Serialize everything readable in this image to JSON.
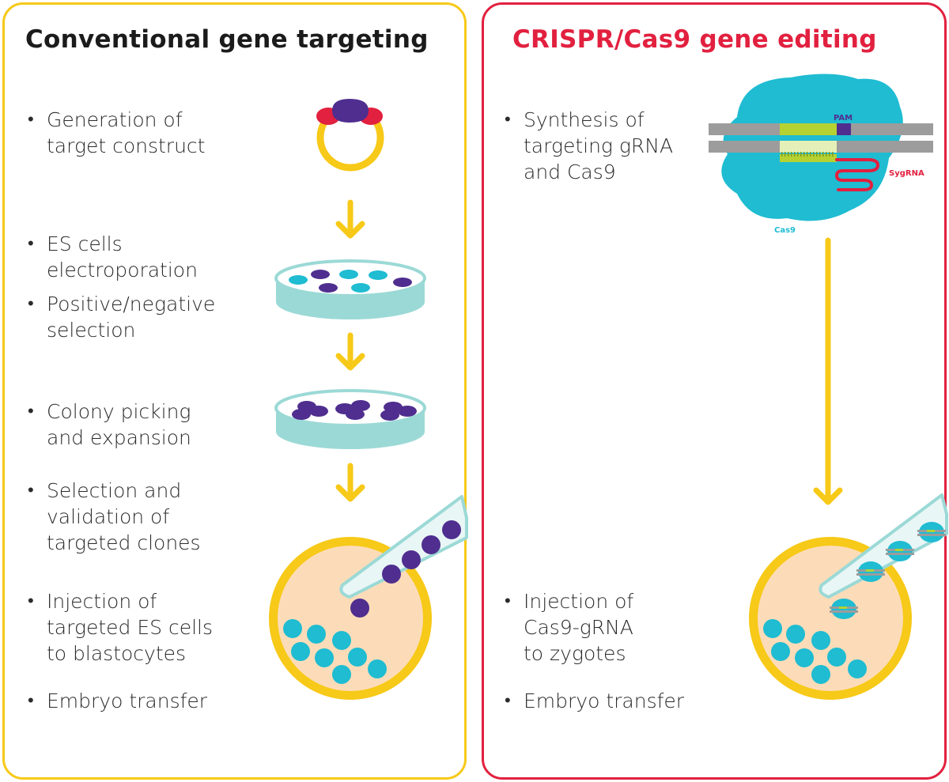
{
  "conventional": {
    "title": "Conventional gene targeting",
    "steps": [
      "Generation of\ntarget construct",
      "ES cells\nelectroporation",
      "Positive/negative\nselection",
      "Colony picking\nand expansion",
      "Selection and\nvalidation of\ntargeted clones",
      "Injection of\ntargeted ES cells\nto blastocytes",
      "Embryo transfer"
    ]
  },
  "crispr": {
    "title": "CRISPR/Cas9 gene editing",
    "steps": [
      "Synthesis of\ntargeting gRNA\nand Cas9",
      "Injection of\nCas9-gRNA\nto zygotes",
      "Embryo transfer"
    ],
    "labels": {
      "pam": "PAM",
      "sygrna": "SygRNA",
      "cas9": "Cas9"
    }
  },
  "colors": {
    "yellow": "#f7c918",
    "red": "#e2203f",
    "cyan": "#1fbcd2",
    "purple": "#4f2e8f",
    "dish": "#9bd9d6",
    "cell_fill": "#fcdcb8",
    "dna_gray": "#9c9c9c",
    "lime": "#b6d232"
  }
}
